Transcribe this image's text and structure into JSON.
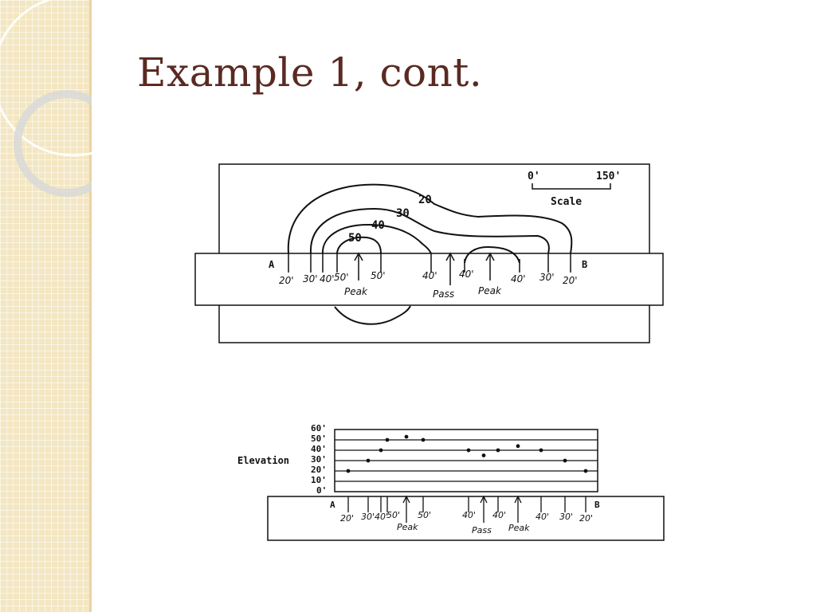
{
  "slide": {
    "title": "Example 1, cont."
  },
  "map": {
    "scale_label": "Scale",
    "scale_start": "0'",
    "scale_end": "150'",
    "contours": [
      "20",
      "30",
      "40",
      "50"
    ],
    "profile_start": "A",
    "profile_end": "B",
    "crossings": [
      "20'",
      "30'",
      "40'",
      "50'",
      "50'",
      "40'",
      "40'",
      "40'",
      "30'",
      "20'"
    ],
    "peak_label": "Peak",
    "pass_label": "Pass",
    "peak2_label": "Peak"
  },
  "profile": {
    "ylabel": "Elevation",
    "yticks": [
      "60'",
      "50'",
      "40'",
      "30'",
      "20'",
      "10'",
      "0'"
    ],
    "start": "A",
    "end": "B",
    "crossings": [
      "20'",
      "30'",
      "40'",
      "50'",
      "50'",
      "40'",
      "40'",
      "40'",
      "30'",
      "20'"
    ],
    "peak_label": "Peak",
    "pass_label": "Pass",
    "peak2_label": "Peak"
  },
  "chart_data": {
    "type": "scatter",
    "ylabel": "Elevation",
    "ylim": [
      0,
      60
    ],
    "x": [
      0,
      1,
      2,
      3,
      4,
      5,
      7,
      8,
      9,
      10,
      11,
      12
    ],
    "values": [
      20,
      30,
      40,
      50,
      53,
      50,
      40,
      35,
      40,
      44,
      40,
      30,
      20
    ]
  }
}
